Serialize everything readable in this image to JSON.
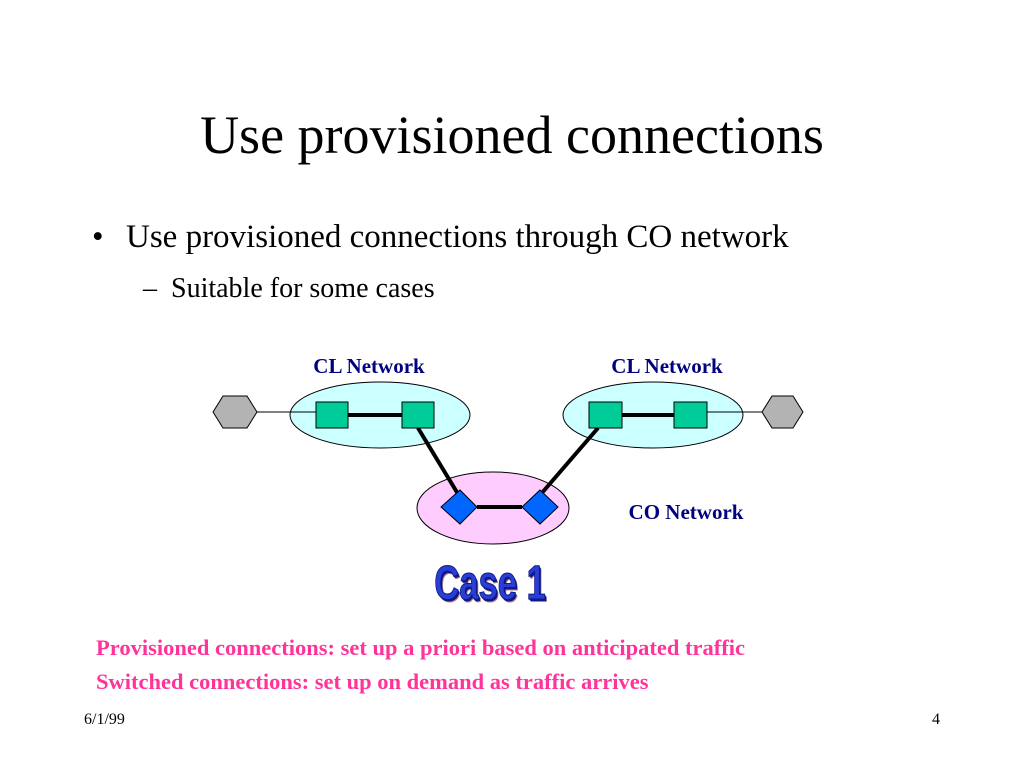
{
  "slide": {
    "title": "Use provisioned connections",
    "bullet": "Use provisioned connections through CO network",
    "bullet_marker": "•",
    "subbullet": "Suitable for some cases",
    "subbullet_marker": "–"
  },
  "diagram": {
    "cl_network_left_label": "CL Network",
    "cl_network_right_label": "CL Network",
    "co_network_label": "CO Network",
    "case_label": "Case 1",
    "colors": {
      "cl_network_fill": "#ccffff",
      "co_network_fill": "#ffccff",
      "cl_switch_fill": "#00cc99",
      "co_switch_fill": "#0066ff",
      "host_fill": "#b3b3b3",
      "label_color": "#000080"
    }
  },
  "notes": {
    "line1": "Provisioned connections: set up a priori based on anticipated traffic",
    "line2": "Switched connections: set up on demand as traffic arrives",
    "color": "#ff3399"
  },
  "footer": {
    "date": "6/1/99",
    "page": "4"
  }
}
